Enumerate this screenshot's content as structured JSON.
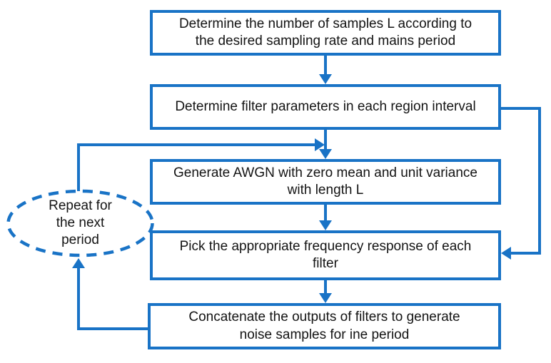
{
  "diagram": {
    "accent_color": "#1973C6",
    "steps": [
      {
        "id": "samples",
        "label": "Determine the number of samples L according to\nthe desired sampling rate and mains period"
      },
      {
        "id": "filter-params",
        "label": "Determine filter parameters in each region interval"
      },
      {
        "id": "awgn",
        "label": "Generate AWGN with zero mean and unit variance\nwith length L"
      },
      {
        "id": "freq-response",
        "label": "Pick the appropriate frequency response of each\nfilter"
      },
      {
        "id": "concatenate",
        "label": "Concatenate the outputs of filters to generate\nnoise samples for ine period"
      }
    ],
    "repeat": {
      "label": "Repeat for\nthe next\nperiod"
    }
  }
}
